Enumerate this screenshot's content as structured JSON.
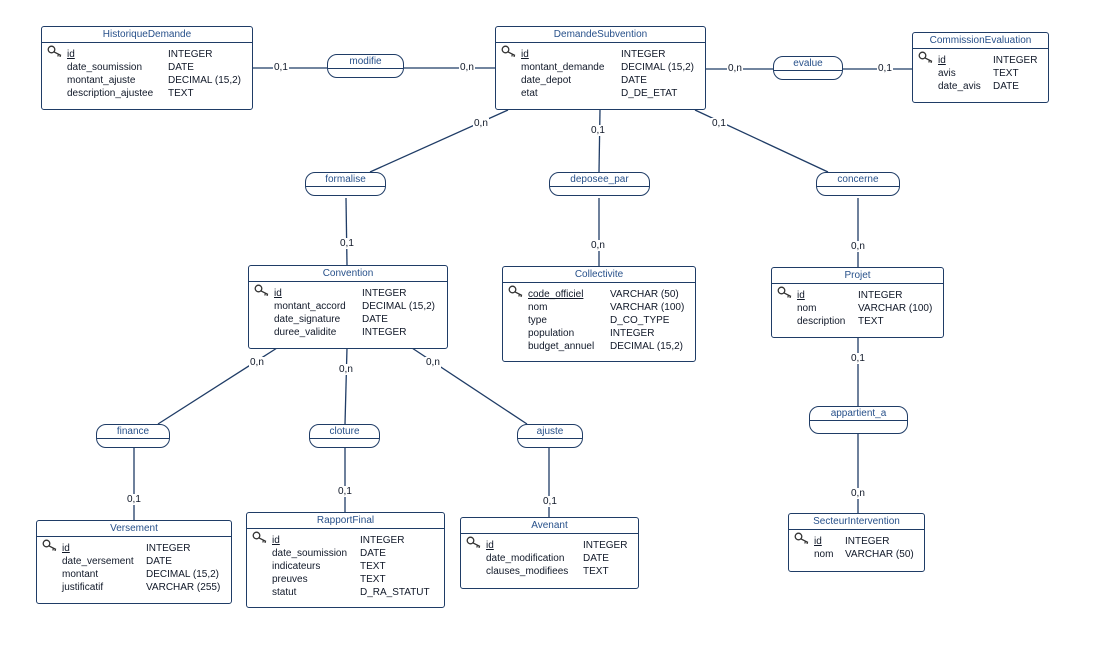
{
  "entities": {
    "historique": {
      "title": "HistoriqueDemande",
      "attrs": [
        {
          "name": "id",
          "type": "INTEGER"
        },
        {
          "name": "date_soumission",
          "type": "DATE"
        },
        {
          "name": "montant_ajuste",
          "type": "DECIMAL (15,2)"
        },
        {
          "name": "description_ajustee",
          "type": "TEXT"
        }
      ]
    },
    "demande": {
      "title": "DemandeSubvention",
      "attrs": [
        {
          "name": "id",
          "type": "INTEGER"
        },
        {
          "name": "montant_demande",
          "type": "DECIMAL (15,2)"
        },
        {
          "name": "date_depot",
          "type": "DATE"
        },
        {
          "name": "etat",
          "type": "D_DE_ETAT"
        }
      ]
    },
    "commission": {
      "title": "CommissionEvaluation",
      "attrs": [
        {
          "name": "id",
          "type": "INTEGER"
        },
        {
          "name": "avis",
          "type": "TEXT"
        },
        {
          "name": "date_avis",
          "type": "DATE"
        }
      ]
    },
    "convention": {
      "title": "Convention",
      "attrs": [
        {
          "name": "id",
          "type": "INTEGER"
        },
        {
          "name": "montant_accord",
          "type": "DECIMAL (15,2)"
        },
        {
          "name": "date_signature",
          "type": "DATE"
        },
        {
          "name": "duree_validite",
          "type": "INTEGER"
        }
      ]
    },
    "collectivite": {
      "title": "Collectivite",
      "attrs": [
        {
          "name": "code_officiel",
          "type": "VARCHAR (50)"
        },
        {
          "name": "nom",
          "type": "VARCHAR (100)"
        },
        {
          "name": "type",
          "type": "D_CO_TYPE"
        },
        {
          "name": "population",
          "type": "INTEGER"
        },
        {
          "name": "budget_annuel",
          "type": "DECIMAL (15,2)"
        }
      ]
    },
    "projet": {
      "title": "Projet",
      "attrs": [
        {
          "name": "id",
          "type": "INTEGER"
        },
        {
          "name": "nom",
          "type": "VARCHAR (100)"
        },
        {
          "name": "description",
          "type": "TEXT"
        }
      ]
    },
    "versement": {
      "title": "Versement",
      "attrs": [
        {
          "name": "id",
          "type": "INTEGER"
        },
        {
          "name": "date_versement",
          "type": "DATE"
        },
        {
          "name": "montant",
          "type": "DECIMAL (15,2)"
        },
        {
          "name": "justificatif",
          "type": "VARCHAR (255)"
        }
      ]
    },
    "rapport": {
      "title": "RapportFinal",
      "attrs": [
        {
          "name": "id",
          "type": "INTEGER"
        },
        {
          "name": "date_soumission",
          "type": "DATE"
        },
        {
          "name": "indicateurs",
          "type": "TEXT"
        },
        {
          "name": "preuves",
          "type": "TEXT"
        },
        {
          "name": "statut",
          "type": "D_RA_STATUT"
        }
      ]
    },
    "avenant": {
      "title": "Avenant",
      "attrs": [
        {
          "name": "id",
          "type": "INTEGER"
        },
        {
          "name": "date_modification",
          "type": "DATE"
        },
        {
          "name": "clauses_modifiees",
          "type": "TEXT"
        }
      ]
    },
    "secteur": {
      "title": "SecteurIntervention",
      "attrs": [
        {
          "name": "id",
          "type": "INTEGER"
        },
        {
          "name": "nom",
          "type": "VARCHAR (50)"
        }
      ]
    }
  },
  "associations": {
    "modifie": "modifie",
    "evalue": "evalue",
    "formalise": "formalise",
    "deposee_par": "deposee_par",
    "concerne": "concerne",
    "finance": "finance",
    "cloture": "cloture",
    "ajuste": "ajuste",
    "appartient_a": "appartient_a"
  },
  "cardinalities": {
    "hist_modifie": "0,1",
    "dem_modifie": "0,n",
    "dem_evalue": "0,n",
    "com_evalue": "0,1",
    "dem_formalise": "0,n",
    "dem_deposee": "0,1",
    "dem_concerne": "0,1",
    "conv_formalise": "0,1",
    "coll_deposee": "0,n",
    "proj_concerne": "0,n",
    "conv_finance": "0,n",
    "conv_cloture": "0,n",
    "conv_ajuste": "0,n",
    "vers_finance": "0,1",
    "rap_cloture": "0,1",
    "ave_ajuste": "0,1",
    "proj_appartient": "0,1",
    "sect_appartient": "0,n"
  }
}
